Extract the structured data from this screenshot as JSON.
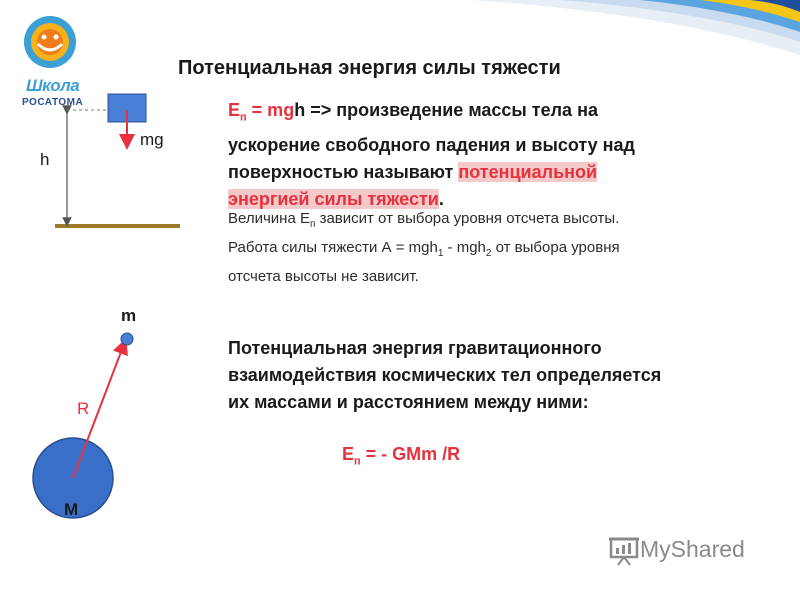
{
  "title": "Потенциальная энергия силы тяжести",
  "logo": {
    "word": "Школа",
    "sub": "РОСАТОМА"
  },
  "diagram1": {
    "height_label": "h",
    "force_label": "mg"
  },
  "diagram2": {
    "small_mass_label": "m",
    "radius_label": "R",
    "big_mass_label": "M"
  },
  "para1": {
    "formula_e": "E",
    "formula_sub": "п",
    "formula_eq": " = mg",
    "formula_h": "h",
    "line1_rest": " => произведение массы тела на",
    "line2": "ускорение свободного падения и высоту над",
    "line3_start": "поверхностью называют ",
    "line3_hl": "потенциальной",
    "line4_hl": "энергией силы тяжести",
    "line4_end": "."
  },
  "para2": {
    "line1_a": "Величина Е",
    "line1_sub": "п",
    "line1_b": " зависит от выбора уровня отсчета высоты.",
    "line2_a": "Работа силы тяжести А = mgh",
    "line2_sub1": "1",
    "line2_b": " - mgh",
    "line2_sub2": "2",
    "line2_c": " от выбора уровня",
    "line3": "отсчета высоты не зависит."
  },
  "para3": {
    "line1": "Потенциальная энергия гравитационного",
    "line2": "взаимодействия космических тел определяется",
    "line3": "их массами и расстоянием между ними:"
  },
  "formula2": {
    "e": "E",
    "sub": "п",
    "rest": " = - GMm /R"
  },
  "watermark": {
    "text": "MyShared"
  },
  "colors": {
    "accent_red": "#e8313e",
    "highlight": "#f3c9c9",
    "planet": "#3a6fc9",
    "ground": "#9c7a2a",
    "box": "#4a7fd6"
  }
}
